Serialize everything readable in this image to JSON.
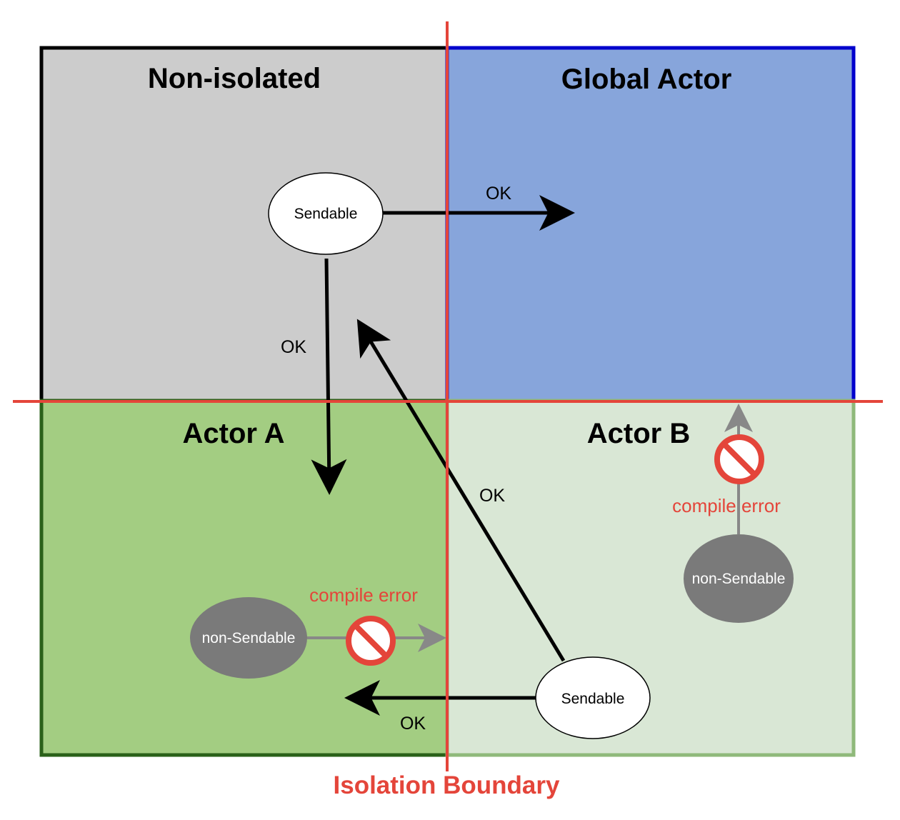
{
  "regions": {
    "non_isolated": {
      "title": "Non-isolated"
    },
    "global_actor": {
      "title": "Global Actor"
    },
    "actor_a": {
      "title": "Actor A"
    },
    "actor_b": {
      "title": "Actor B"
    }
  },
  "nodes": {
    "sendable_top": "Sendable",
    "sendable_bottom": "Sendable",
    "non_sendable_a": "non-Sendable",
    "non_sendable_b": "non-Sendable"
  },
  "edges": {
    "to_global_actor": "OK",
    "to_actor_a": "OK",
    "b_to_non_isolated": "OK",
    "b_to_actor_a": "OK"
  },
  "errors": {
    "actor_a_error": "compile error",
    "actor_b_error": "compile error"
  },
  "boundary": {
    "label": "Isolation Boundary"
  },
  "colors": {
    "non_isolated_fill": "#cccccc",
    "global_actor_fill": "#87a5db",
    "global_actor_border": "#0000cc",
    "actor_a_fill": "#a3cd82",
    "actor_a_border": "#2a6119",
    "actor_b_fill": "#d9e7d5",
    "actor_b_border": "#8fb97a",
    "boundary": "#e4453a",
    "non_sendable_fill": "#7a7a7a"
  }
}
